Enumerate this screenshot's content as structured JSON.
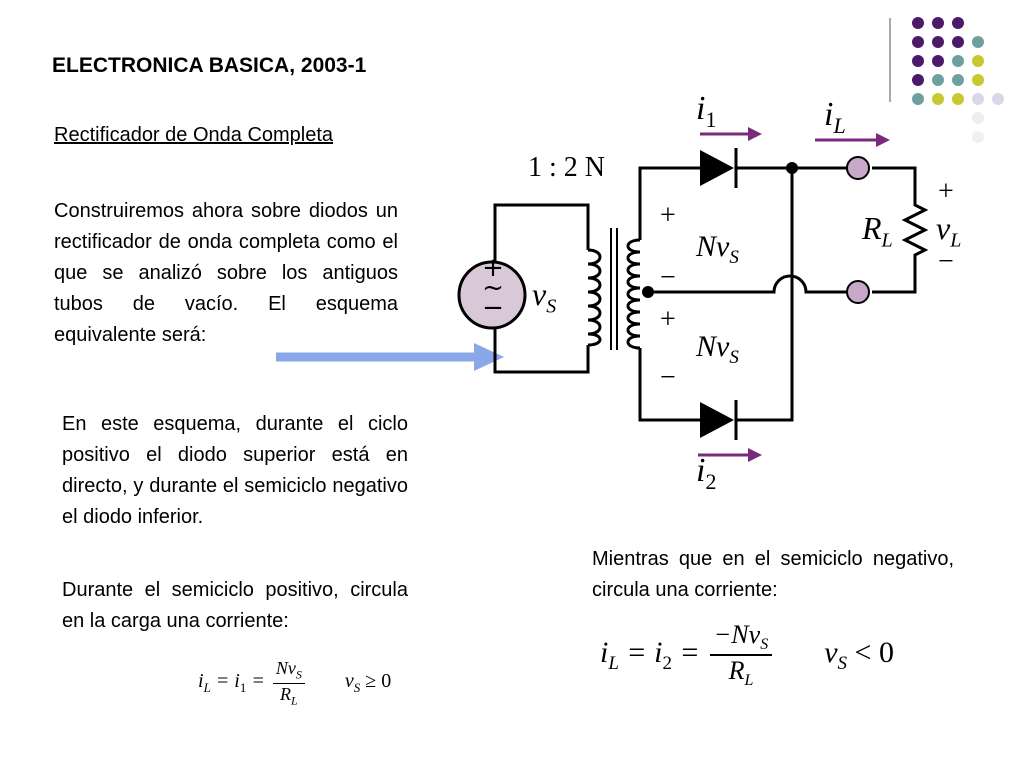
{
  "slide": {
    "title": "ELECTRONICA BASICA, 2003-1",
    "subtitle": "Rectificador de Onda Completa",
    "paragraph1": "Construiremos ahora sobre diodos un rectificador de onda completa como el que se analizó sobre los antiguos tubos de vacío. El esquema equivalente será:",
    "paragraph2": "En este esquema, durante el ciclo positivo el diodo superior está en directo, y durante el semiciclo negativo el diodo inferior.",
    "paragraph3": "Durante el semiciclo positivo, circula en la carga una corriente:",
    "paragraph4": "Mientras que en el semiciclo negativo, circula una corriente:"
  },
  "circuit": {
    "ratio_label": "1 : 2 N",
    "i1_label": "i",
    "i1_sub": "1",
    "iL_label": "i",
    "iL_sub": "L",
    "i2_label": "i",
    "i2_sub": "2",
    "source_plus": "+",
    "source_tilde": "~",
    "source_minus": "−",
    "vs_label": "v",
    "vs_sub": "S",
    "nvs_top": "Nv",
    "nvs_top_sub": "S",
    "nvs_bottom": "Nv",
    "nvs_bottom_sub": "S",
    "top_plus": "+",
    "top_minus": "−",
    "bottom_plus": "+",
    "bottom_minus": "−",
    "rl_label": "R",
    "rl_sub": "L",
    "vl_plus": "+",
    "vl_label": "v",
    "vl_sub": "L",
    "vl_minus": "−"
  },
  "equations": {
    "eq1_lhs": "i",
    "eq1_lhs_sub": "L",
    "eq1_eq": " = i",
    "eq1_eq_sub": "1",
    "eq1_eq2": " =",
    "eq1_num": "Nv",
    "eq1_num_sub": "S",
    "eq1_den": "R",
    "eq1_den_sub": "L",
    "eq1_cond": "v",
    "eq1_cond_sub": "S",
    "eq1_cond_op": " ≥ 0",
    "eq2_lhs": "i",
    "eq2_lhs_sub": "L",
    "eq2_eq": " = i",
    "eq2_eq_sub": "2",
    "eq2_eq2": " =",
    "eq2_num": "−Nv",
    "eq2_num_sub": "S",
    "eq2_den": "R",
    "eq2_den_sub": "L",
    "eq2_cond": "v",
    "eq2_cond_sub": "S",
    "eq2_cond_op": " < 0"
  },
  "colors": {
    "purple": "#4b1a6b",
    "teal": "#6fa0a0",
    "olive": "#c8c832",
    "lavender": "#d8d8e8",
    "arrow": "#8aa8e8",
    "terminal": "#c8a8c8",
    "source_fill": "#d8c8d8"
  }
}
